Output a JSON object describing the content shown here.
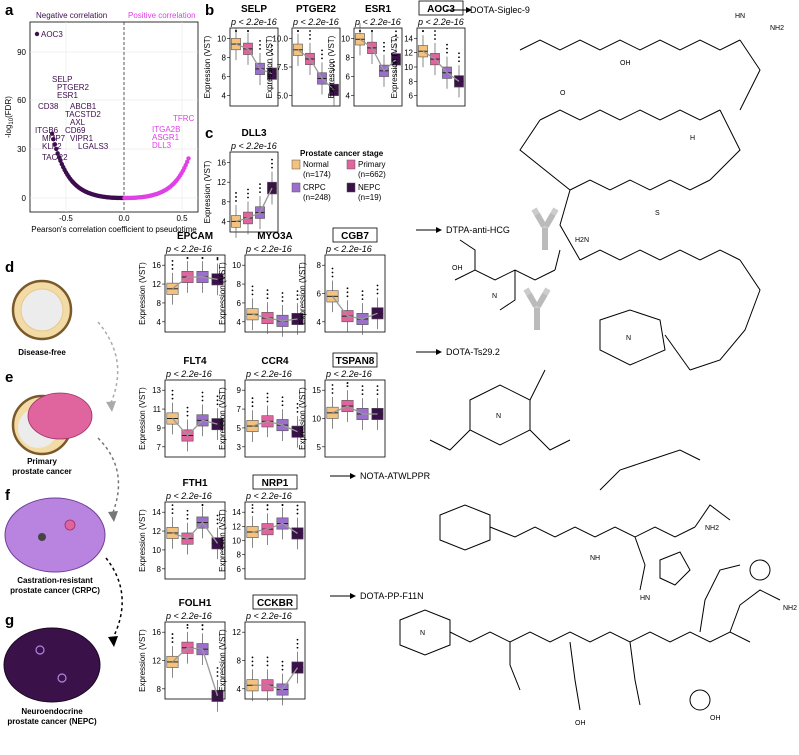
{
  "panel_labels": {
    "a": "a",
    "b": "b",
    "c": "c",
    "d": "d",
    "e": "e",
    "f": "f",
    "g": "g"
  },
  "colors": {
    "normal": "#f2c27e",
    "primary": "#e0649e",
    "crpc": "#9b6fcb",
    "nepc": "#3a1249",
    "neg": "#3d0d4e",
    "pos": "#e040e6"
  },
  "icon_names": [
    "antibody-icon",
    "disease-free-cell-icon",
    "primary-cancer-cell-icon",
    "crpc-cell-icon",
    "nepc-cell-icon"
  ],
  "volcano": {
    "neg_title": "Negative correlation",
    "pos_title": "Positive correlation",
    "ylabel_main": "-log",
    "ylabel_sub": "10",
    "ylabel_tail": "(FDR)",
    "xlabel": "Pearson's correlation coefficient to pseudotime",
    "yticks": [
      "0",
      "30",
      "60",
      "90"
    ],
    "xticks": [
      "-0.5",
      "0.0",
      "0.5"
    ],
    "neg_genes": [
      "AOC3",
      "SELP",
      "PTGER2",
      "ESR1",
      "CD38",
      "ABCB1",
      "TACSTD2",
      "AXL",
      "ITGB6",
      "CD69",
      "MMP7",
      "VIPR1",
      "KLK2",
      "LGALS3",
      "TACR2"
    ],
    "pos_genes": [
      "TFRC",
      "ITGA2B",
      "ASGR1",
      "DLL3"
    ]
  },
  "legend": {
    "title": "Prostate cancer stage",
    "items": [
      {
        "name": "Normal",
        "n": "(n=174)"
      },
      {
        "name": "Primary",
        "n": "(n=662)"
      },
      {
        "name": "CRPC",
        "n": "(n=248)"
      },
      {
        "name": "NEPC",
        "n": "(n=19)"
      }
    ]
  },
  "ylabel": "Expression (VST)",
  "pvalue": "p < 2.2e-16",
  "chart_data": [
    {
      "type": "box",
      "title": "SELP",
      "yticks": [
        "4",
        "6",
        "8",
        "10"
      ],
      "medians": [
        9.4,
        8.9,
        6.8,
        6.3
      ]
    },
    {
      "type": "box",
      "title": "PTGER2",
      "yticks": [
        "5.0",
        "7.5",
        "10.0"
      ],
      "medians": [
        9.0,
        8.2,
        6.5,
        5.5
      ]
    },
    {
      "type": "box",
      "title": "ESR1",
      "yticks": [
        "4",
        "6",
        "8",
        "10"
      ],
      "medians": [
        9.9,
        9.0,
        6.6,
        7.8
      ]
    },
    {
      "type": "box",
      "title": "AOC3",
      "yticks": [
        "6",
        "8",
        "10",
        "12",
        "14"
      ],
      "medians": [
        12.2,
        11.1,
        9.2,
        8.0
      ]
    },
    {
      "type": "box",
      "title": "DLL3",
      "yticks": [
        "4",
        "8",
        "12",
        "16"
      ],
      "medians": [
        4.0,
        4.7,
        5.8,
        10.8
      ]
    },
    {
      "type": "box",
      "title": "EPCAM",
      "yticks": [
        "4",
        "8",
        "12",
        "16"
      ],
      "medians": [
        11.0,
        13.5,
        13.5,
        13.0
      ]
    },
    {
      "type": "box",
      "title": "MYO3A",
      "yticks": [
        "4",
        "6",
        "8",
        "10"
      ],
      "medians": [
        4.8,
        4.4,
        4.1,
        4.3
      ]
    },
    {
      "type": "box",
      "title": "CGB7",
      "yticks": [
        "4",
        "6",
        "8"
      ],
      "medians": [
        5.8,
        4.4,
        4.2,
        4.6
      ]
    },
    {
      "type": "box",
      "title": "FLT4",
      "yticks": [
        "7",
        "9",
        "11",
        "13"
      ],
      "medians": [
        10.0,
        8.2,
        9.8,
        9.4
      ]
    },
    {
      "type": "box",
      "title": "CCR4",
      "yticks": [
        "3",
        "5",
        "7",
        "9"
      ],
      "medians": [
        5.2,
        5.7,
        5.3,
        4.6
      ]
    },
    {
      "type": "box",
      "title": "TSPAN8",
      "yticks": [
        "5",
        "10",
        "15"
      ],
      "medians": [
        11.0,
        12.2,
        10.8,
        10.8
      ]
    },
    {
      "type": "box",
      "title": "FTH1",
      "yticks": [
        "8",
        "10",
        "12",
        "14"
      ],
      "medians": [
        11.8,
        11.2,
        12.9,
        10.7
      ]
    },
    {
      "type": "box",
      "title": "NRP1",
      "yticks": [
        "6",
        "8",
        "10",
        "12",
        "14"
      ],
      "medians": [
        11.2,
        11.6,
        12.4,
        11.0
      ]
    },
    {
      "type": "box",
      "title": "FOLH1",
      "yticks": [
        "8",
        "12",
        "16"
      ],
      "medians": [
        11.8,
        13.8,
        13.6,
        7.0
      ]
    },
    {
      "type": "box",
      "title": "CCKBR",
      "yticks": [
        "4",
        "8",
        "12"
      ],
      "medians": [
        4.5,
        4.5,
        3.9,
        7.0
      ]
    }
  ],
  "probes": {
    "aoc3": "DOTA-Siglec-9",
    "cgb7": "DTPA-anti-HCG",
    "tspan8": "DOTA-Ts29.2",
    "nrp1": "NOTA-ATWLPPR",
    "cckbr": "DOTA-PP-F11N"
  },
  "stages": [
    "Disease-free",
    "Primary",
    "prostate cancer",
    "Castration-resistant",
    "prostate cancer (CRPC)",
    "Neuroendocrine",
    "prostate cancer (NEPC)"
  ],
  "chem_labels": {
    "oh": "OH",
    "o": "O",
    "n": "N",
    "h": "H",
    "nh": "NH",
    "nh2": "NH2",
    "hn": "HN",
    "s": "S",
    "h2n": "H2N"
  }
}
